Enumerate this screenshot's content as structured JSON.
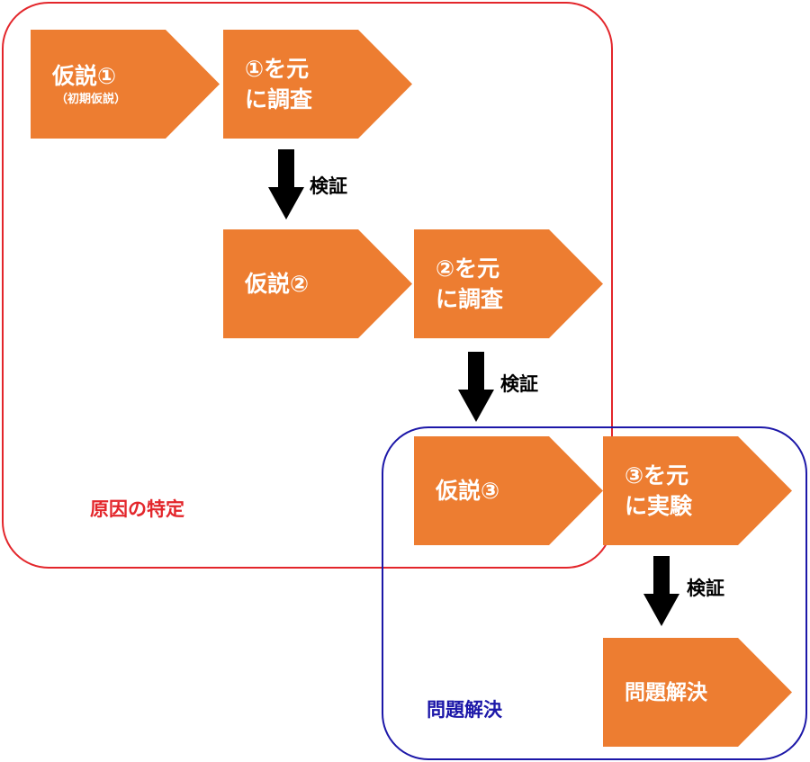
{
  "colors": {
    "step_fill": "#ed7d31",
    "step_text": "#ffffff",
    "cause_region": "#e3262b",
    "solve_region": "#1c17a8",
    "arrow": "#000000"
  },
  "regions": {
    "cause": {
      "label": "原因の特定"
    },
    "solve": {
      "label": "問題解決"
    }
  },
  "steps": {
    "hypothesis1": {
      "title": "仮説①",
      "sub": "（初期仮説）"
    },
    "investigate1": {
      "line1": "①を元",
      "line2": "に調査"
    },
    "hypothesis2": {
      "title": "仮説②"
    },
    "investigate2": {
      "line1": "②を元",
      "line2": "に調査"
    },
    "hypothesis3": {
      "title": "仮説③"
    },
    "experiment3": {
      "line1": "③を元",
      "line2": "に実験"
    },
    "solution": {
      "title": "問題解決"
    }
  },
  "arrows": {
    "verify1": "検証",
    "verify2": "検証",
    "verify3": "検証"
  }
}
